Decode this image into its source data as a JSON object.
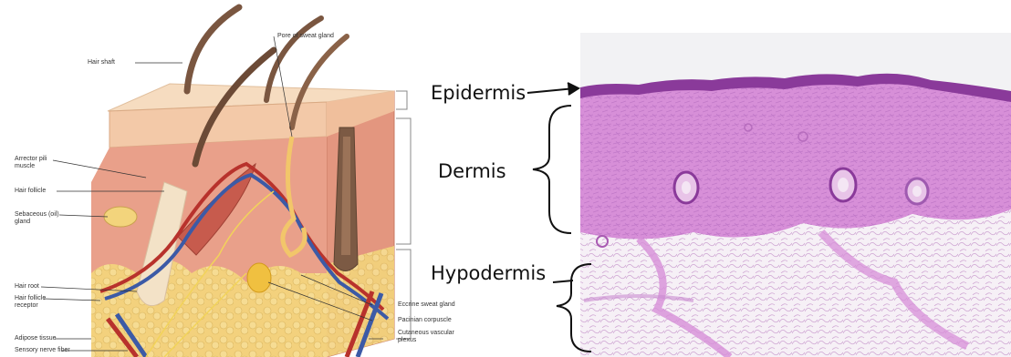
{
  "diagram": {
    "left_labels": {
      "hair_shaft": "Hair shaft",
      "arrector_pili": "Arrector pili\nmuscle",
      "hair_follicle": "Hair follicle",
      "sebaceous": "Sebaceous (oil)\ngland",
      "hair_root": "Hair root",
      "hair_follicle_receptor": "Hair follicle\nreceptor",
      "adipose": "Adipose tissue",
      "sensory_nerve": "Sensory nerve fiber"
    },
    "right_labels": {
      "pore": "Pore of sweat gland",
      "eccrine": "Eccrine sweat gland",
      "pacinian": "Pacinian corpuscle",
      "vascular": "Cutaneous vascular\nplexus"
    }
  },
  "layers": {
    "epidermis": "Epidermis",
    "dermis": "Dermis",
    "hypodermis": "Hypodermis"
  },
  "colors": {
    "histology_background": "#f2f2f4",
    "dermis_stain": "#d48fd6",
    "epidermis_stain": "#8a3a9a",
    "skin_surface": "#f6dcc0",
    "dermis_diagram": "#e9a08a",
    "fat": "#f2d27a"
  }
}
